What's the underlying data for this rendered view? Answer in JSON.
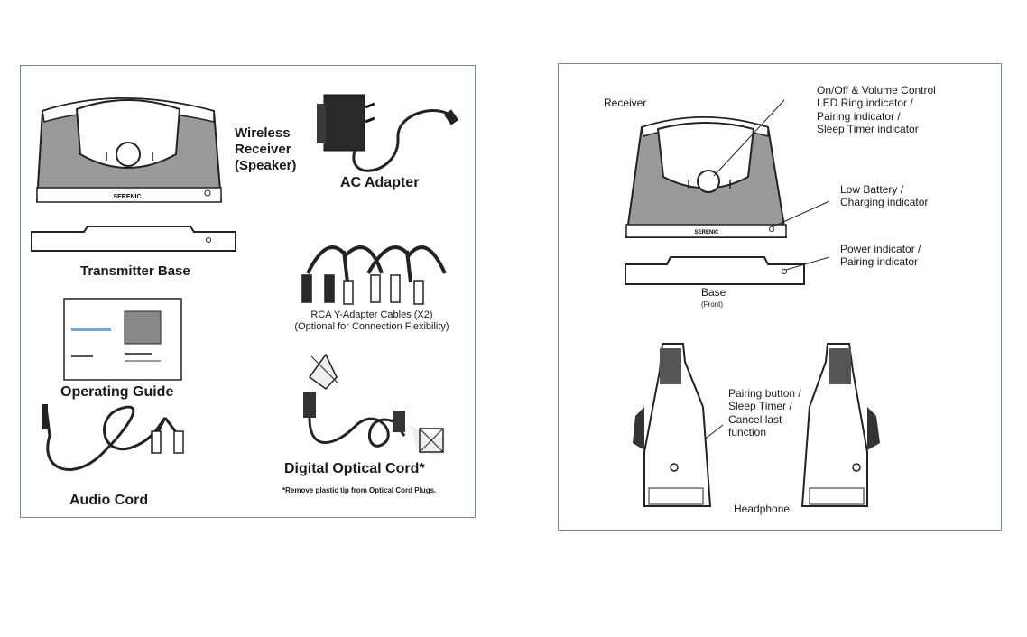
{
  "contents_panel": {
    "wireless_receiver": "Wireless\nReceiver\n(Speaker)",
    "ac_adapter": "AC Adapter",
    "transmitter_base": "Transmitter Base",
    "rca_cables": "RCA Y-Adapter Cables (X2)\n(Optional for Connection Flexibility)",
    "operating_guide": "Operating Guide",
    "audio_cord": "Audio Cord",
    "digital_optical_cord": "Digital Optical Cord*",
    "optical_note": "*Remove plastic tip from Optical Cord Plugs.",
    "brand": "SERENIC"
  },
  "controls_panel": {
    "receiver": "Receiver",
    "on_off_volume": "On/Off & Volume Control\nLED Ring indicator /\nPairing indicator /\nSleep Timer indicator",
    "low_battery": "Low Battery /\nCharging indicator",
    "power_indicator": "Power indicator /\nPairing indicator",
    "base": "Base",
    "base_front": "(Front)",
    "pairing_button": "Pairing button /\nSleep Timer /\nCancel last\nfunction",
    "headphone": "Headphone",
    "brand": "SERENIC"
  }
}
